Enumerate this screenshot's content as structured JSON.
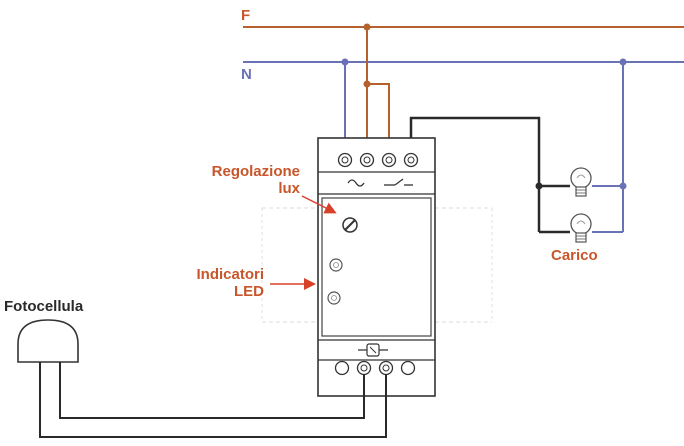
{
  "lines": {
    "phase_label": "F",
    "neutral_label": "N"
  },
  "labels": {
    "regolazione_line1": "Regolazione",
    "regolazione_line2": "lux",
    "indicatori_line1": "Indicatori",
    "indicatori_line2": "LED",
    "fotocellula": "Fotocellula",
    "carico": "Carico"
  },
  "colors": {
    "phase": "#b4612d",
    "neutral": "#6a72b6",
    "wire_dark": "#2a2a2a",
    "label": "#c8562a",
    "label_dark": "#2a2a2a",
    "arrow": "#d8402a"
  },
  "icons": [
    "ac-sine-icon",
    "switch-symbol-icon",
    "lamp-icon",
    "photocell-icon",
    "adjust-screw-icon",
    "led-icon"
  ]
}
